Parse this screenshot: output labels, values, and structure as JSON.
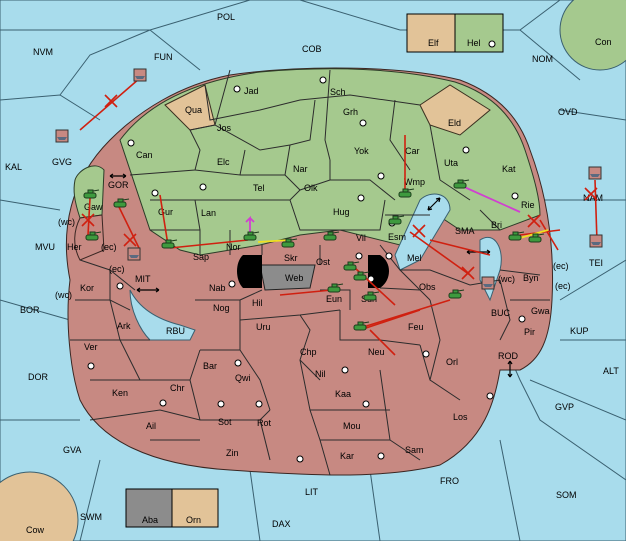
{
  "colors": {
    "sea": "#a8dcec",
    "green_power": "#a5c98e",
    "red_power": "#c78982",
    "neutral_tan": "#e2c398",
    "grey": "#8c8c8c",
    "order_arrow": "#d02010",
    "support_yellow": "#f0e020",
    "support_magenta": "#d040d0",
    "unit_green": "#3e9a3e"
  },
  "legend": {
    "top": [
      {
        "label": "Elf",
        "color": "#e2c398"
      },
      {
        "label": "Hel",
        "color": "#a5c98e"
      }
    ],
    "bottom": [
      {
        "label": "Aba",
        "color": "#8c8c8c"
      },
      {
        "label": "Orn",
        "color": "#e2c398"
      }
    ]
  },
  "sea_labels": {
    "pol": "POL",
    "fun": "FUN",
    "nvm": "NVM",
    "cob": "COB",
    "nom": "NOM",
    "con": "Con",
    "ovd": "OVD",
    "kal": "KAL",
    "gvg": "GVG",
    "gor": "GOR",
    "mvu": "MVU",
    "mit": "MIT",
    "bor": "BOR",
    "rbu": "RBU",
    "dor": "DOR",
    "gva": "GVA",
    "swm": "SWM",
    "cow": "Cow",
    "lit": "LIT",
    "dax": "DAX",
    "fro": "FRO",
    "som": "SOM",
    "gvp": "GVP",
    "alt": "ALT",
    "kup": "KUP",
    "rod": "ROD",
    "buc": "BUC",
    "sma": "SMA",
    "nam": "NAM",
    "tei": "TEI"
  },
  "land_labels": {
    "jad": "Jad",
    "sch": "Sch",
    "qua": "Qua",
    "jos": "Jos",
    "grh": "Grh",
    "eld": "Eld",
    "can": "Can",
    "yok": "Yok",
    "car": "Car",
    "uta": "Uta",
    "kat": "Kat",
    "elc": "Elc",
    "nar": "Nar",
    "tel": "Tel",
    "olk": "Olk",
    "wmp": "Wmp",
    "gaw": "Gaw",
    "gur": "Gur",
    "lan": "Lan",
    "hug": "Hug",
    "esm": "Esm",
    "rie": "Rie",
    "bri": "Bri",
    "wc1": "(wc)",
    "her": "Her",
    "ec1": "(ec)",
    "sap": "Sap",
    "nor": "Nor",
    "skr": "Skr",
    "vil": "Vil",
    "mel": "Mel",
    "web": "Web",
    "ost": "Ost",
    "wc2": "(wc)",
    "byn": "Byn",
    "ec2": "(ec)",
    "ec3": "(ec)",
    "wc3": "(wc)",
    "kor": "Kor",
    "nab": "Nab",
    "hil": "Hil",
    "eun": "Eun",
    "sun": "Sun",
    "obs": "Obs",
    "gwa": "Gwa",
    "ec4": "(ec)",
    "nog": "Nog",
    "pir": "Pir",
    "ark": "Ark",
    "uru": "Uru",
    "feu": "Feu",
    "ver": "Ver",
    "chp": "Chp",
    "neu": "Neu",
    "orl": "Orl",
    "bar": "Bar",
    "qwi": "Qwi",
    "nil": "Nil",
    "ken": "Ken",
    "chr": "Chr",
    "kaa": "Kaa",
    "los": "Los",
    "ail": "Ail",
    "sot": "Sot",
    "rot": "Rot",
    "mou": "Mou",
    "zin": "Zin",
    "kar": "Kar",
    "sam": "Sam"
  },
  "units": [
    "army",
    "army",
    "army",
    "army",
    "army",
    "army",
    "army",
    "army",
    "army",
    "army",
    "army",
    "army",
    "army",
    "army",
    "army",
    "army",
    "army",
    "army",
    "fleet",
    "fleet",
    "fleet",
    "fleet",
    "fleet",
    "fleet"
  ],
  "order_count": 30
}
